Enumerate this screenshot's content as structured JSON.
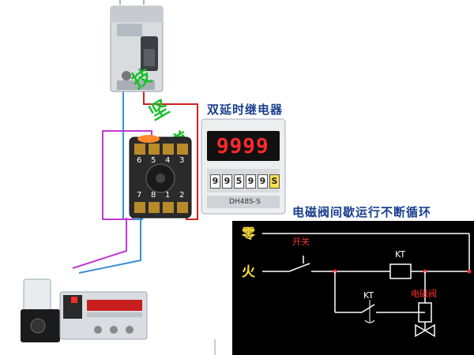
{
  "wm": {
    "watermark_chars": [
      "技",
      "坚",
      "道"
    ],
    "watermark_color": "#19c02a"
  },
  "titles": {
    "timer_relay_title": "双延时继电器",
    "loop_title": "电磁阀间歇运行不断循环"
  },
  "relay_base": {
    "top_numbers": [
      "6",
      "5",
      "4",
      "3"
    ],
    "bottom_numbers": [
      "7",
      "8",
      "1",
      "2"
    ]
  },
  "timer": {
    "display": "9999",
    "dials": [
      "9",
      "9",
      "5",
      "9",
      "9",
      "S"
    ],
    "model": "DH48S-S"
  },
  "schematic": {
    "neutral_label": "零",
    "live_label": "火",
    "switch_label": "开关",
    "coil_label": "KT",
    "contact_label": "KT",
    "valve_label": "电磁阀"
  },
  "colors": {
    "red_wire": "#d22020",
    "blue_wire": "#3a8fd8",
    "purple_wire": "#c03ad0",
    "title_blue": "#1a3f8f",
    "display_red": "#ff2a2a",
    "schematic_white": "#ffffff",
    "schematic_red": "#ff3030",
    "schematic_yellow": "#ffe040",
    "valve_brand_red": "#c81e1e"
  }
}
